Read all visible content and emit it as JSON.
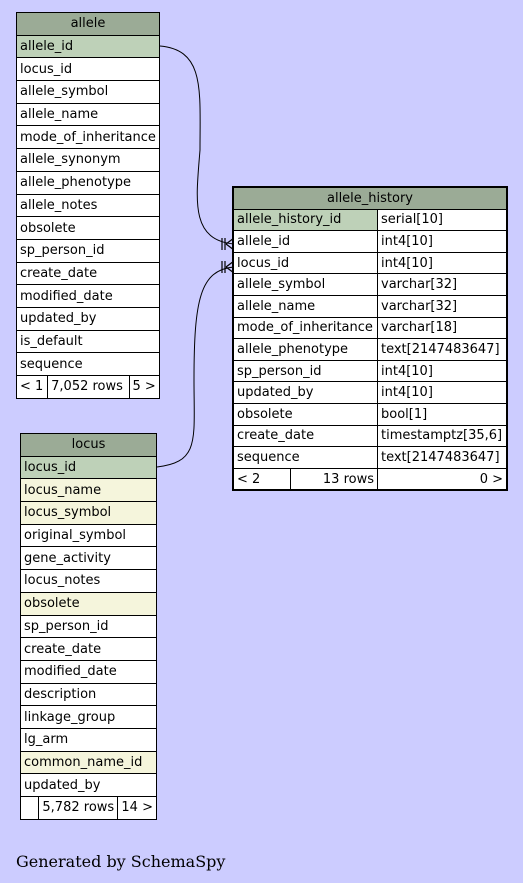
{
  "allele": {
    "title": "allele",
    "columns": [
      {
        "name": "allele_id",
        "style": "pk"
      },
      {
        "name": "locus_id",
        "style": ""
      },
      {
        "name": "allele_symbol",
        "style": ""
      },
      {
        "name": "allele_name",
        "style": ""
      },
      {
        "name": "mode_of_inheritance",
        "style": ""
      },
      {
        "name": "allele_synonym",
        "style": ""
      },
      {
        "name": "allele_phenotype",
        "style": ""
      },
      {
        "name": "allele_notes",
        "style": ""
      },
      {
        "name": "obsolete",
        "style": ""
      },
      {
        "name": "sp_person_id",
        "style": ""
      },
      {
        "name": "create_date",
        "style": ""
      },
      {
        "name": "modified_date",
        "style": ""
      },
      {
        "name": "updated_by",
        "style": ""
      },
      {
        "name": "is_default",
        "style": ""
      },
      {
        "name": "sequence",
        "style": ""
      }
    ],
    "footer": {
      "left": "< 1",
      "middle": "7,052 rows",
      "right": "5 >"
    }
  },
  "locus": {
    "title": "locus",
    "columns": [
      {
        "name": "locus_id",
        "style": "pk"
      },
      {
        "name": "locus_name",
        "style": "idx"
      },
      {
        "name": "locus_symbol",
        "style": "idx"
      },
      {
        "name": "original_symbol",
        "style": ""
      },
      {
        "name": "gene_activity",
        "style": ""
      },
      {
        "name": "locus_notes",
        "style": ""
      },
      {
        "name": "obsolete",
        "style": "idx"
      },
      {
        "name": "sp_person_id",
        "style": ""
      },
      {
        "name": "create_date",
        "style": ""
      },
      {
        "name": "modified_date",
        "style": ""
      },
      {
        "name": "description",
        "style": ""
      },
      {
        "name": "linkage_group",
        "style": ""
      },
      {
        "name": "lg_arm",
        "style": ""
      },
      {
        "name": "common_name_id",
        "style": "idx"
      },
      {
        "name": "updated_by",
        "style": ""
      }
    ],
    "footer": {
      "left": "",
      "middle": "5,782 rows",
      "right": "14 >"
    }
  },
  "allele_history": {
    "title": "allele_history",
    "columns": [
      {
        "name": "allele_history_id",
        "type": "serial[10]",
        "style": "pk"
      },
      {
        "name": "allele_id",
        "type": "int4[10]",
        "style": ""
      },
      {
        "name": "locus_id",
        "type": "int4[10]",
        "style": ""
      },
      {
        "name": "allele_symbol",
        "type": "varchar[32]",
        "style": ""
      },
      {
        "name": "allele_name",
        "type": "varchar[32]",
        "style": ""
      },
      {
        "name": "mode_of_inheritance",
        "type": "varchar[18]",
        "style": ""
      },
      {
        "name": "allele_phenotype",
        "type": "text[2147483647]",
        "style": ""
      },
      {
        "name": "sp_person_id",
        "type": "int4[10]",
        "style": ""
      },
      {
        "name": "updated_by",
        "type": "int4[10]",
        "style": ""
      },
      {
        "name": "obsolete",
        "type": "bool[1]",
        "style": ""
      },
      {
        "name": "create_date",
        "type": "timestamptz[35,6]",
        "style": ""
      },
      {
        "name": "sequence",
        "type": "text[2147483647]",
        "style": ""
      }
    ],
    "footer": {
      "left": "< 2",
      "middle": "13 rows",
      "right": "0 >"
    }
  },
  "colors": {
    "background": "#ccccff",
    "header": "#9bab96",
    "primary_key": "#bed1b8",
    "indexed": "#f5f5dc"
  },
  "generated_by": "Generated by SchemaSpy"
}
